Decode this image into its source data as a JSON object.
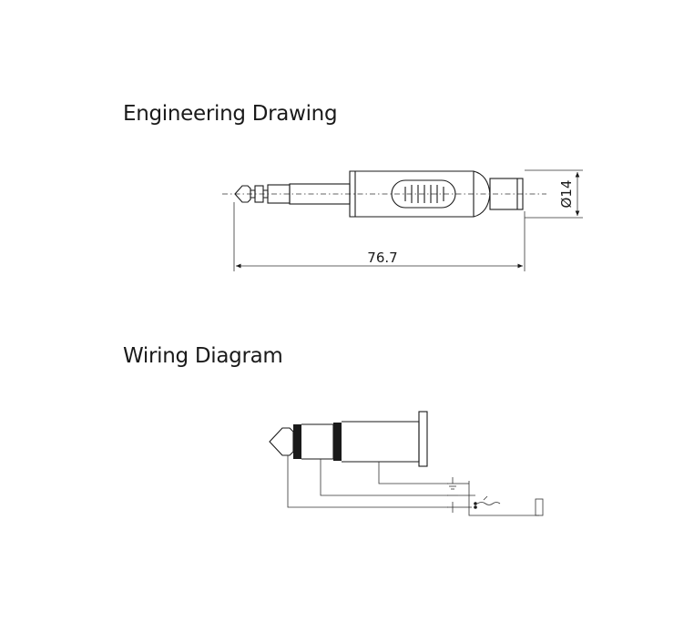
{
  "titles": {
    "engineering": "Engineering Drawing",
    "wiring": "Wiring Diagram"
  },
  "dimensions": {
    "length": "76.7",
    "diameter": "Ø14"
  },
  "wiring_symbols": {
    "ground": "⏚",
    "minus": "−",
    "plus": "+"
  }
}
